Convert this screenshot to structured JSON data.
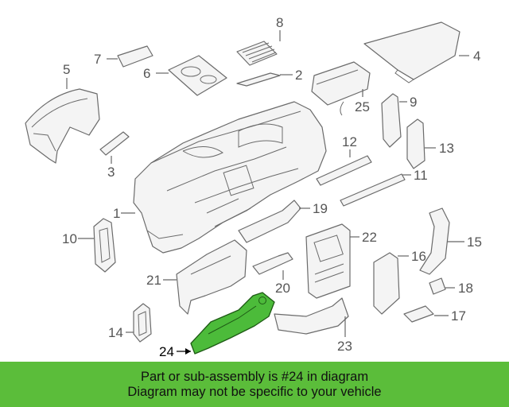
{
  "highlighted_part": "24",
  "colors": {
    "highlight": "#4cbb3a",
    "banner": "#5bbd3a"
  },
  "callouts": {
    "c1": "1",
    "c2": "2",
    "c3": "3",
    "c4": "4",
    "c5": "5",
    "c6": "6",
    "c7": "7",
    "c8": "8",
    "c9": "9",
    "c10": "10",
    "c11": "11",
    "c12": "12",
    "c13": "13",
    "c14": "14",
    "c15": "15",
    "c16": "16",
    "c17": "17",
    "c18": "18",
    "c19": "19",
    "c20": "20",
    "c21": "21",
    "c22": "22",
    "c23": "23",
    "c24": "24",
    "c25": "25"
  },
  "banner": {
    "line1": "Part or sub-assembly is #24 in diagram",
    "line2": "Diagram may not be specific to your vehicle"
  }
}
